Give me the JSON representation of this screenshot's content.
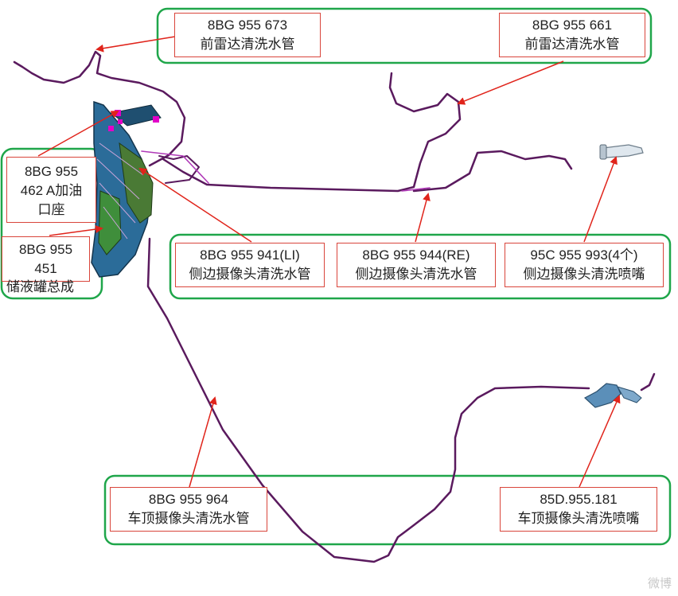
{
  "labels": {
    "front_radar_673": {
      "part": "8BG 955 673",
      "desc": "前雷达清洗水管"
    },
    "front_radar_661": {
      "part": "8BG 955 661",
      "desc": "前雷达清洗水管"
    },
    "filler_462": {
      "part_line1": "8BG 955",
      "part_line2": "462 A加油",
      "part_line3": "口座"
    },
    "reservoir_451": {
      "part_line1": "8BG 955",
      "part_line2": "451",
      "desc": "储液罐总成"
    },
    "side_cam_941": {
      "part": "8BG 955 941(LI)",
      "desc": "侧边摄像头清洗水管"
    },
    "side_cam_944": {
      "part": "8BG 955 944(RE)",
      "desc": "侧边摄像头清洗水管"
    },
    "side_cam_nozzle": {
      "part": "95C 955 993(4个)",
      "desc": "侧边摄像头清洗喷嘴"
    },
    "roof_cam_964": {
      "part": "8BG 955 964",
      "desc": "车顶摄像头清洗水管"
    },
    "roof_cam_nozzle": {
      "part": "85D.955.181",
      "desc": "车顶摄像头清洗喷嘴"
    }
  },
  "watermark": "微博",
  "colors": {
    "group_border": "#1fa64a",
    "label_border": "#d9453b",
    "arrow": "#e0241b",
    "hose": "#5a1a5e",
    "hose_highlight": "#b03ab8",
    "reservoir_blue": "#2b6c99",
    "reservoir_green": "#4a7a35",
    "nozzle": "#5b8fb9"
  }
}
